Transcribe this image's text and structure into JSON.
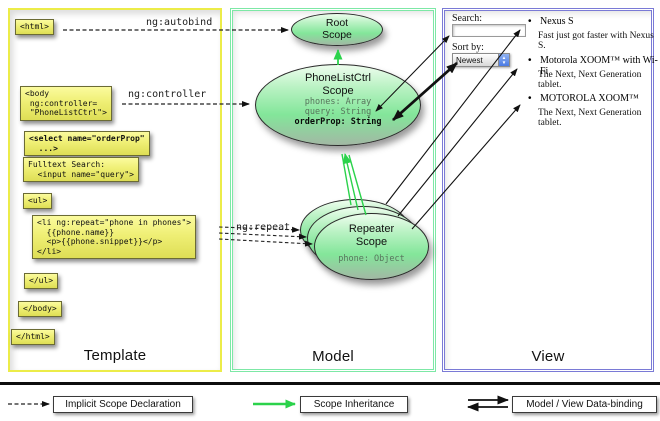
{
  "panels": {
    "template": {
      "title": "Template"
    },
    "model": {
      "title": "Model"
    },
    "view": {
      "title": "View"
    }
  },
  "template": {
    "labels": {
      "autobind": "ng:autobind",
      "controller": "ng:controller",
      "repeat": "ng:repeat"
    },
    "boxes": [
      {
        "text": "<html>"
      },
      {
        "text": "<body\n ng:controller=\n \"PhoneListCtrl\">"
      },
      {
        "text": "<select name=\"orderProp\"\n  ...>"
      },
      {
        "text": "Fulltext Search:\n  <input name=\"query\">"
      },
      {
        "text": "<ul>"
      },
      {
        "text": "<li ng:repeat=\"phone in phones\">\n  {{phone.name}}\n  <p>{{phone.snippet}}</p>\n</li>"
      },
      {
        "text": "</ul>"
      },
      {
        "text": "</body>"
      },
      {
        "text": "</html>"
      }
    ]
  },
  "model": {
    "root_scope": {
      "line1": "Root",
      "line2": "Scope"
    },
    "phonelistctrl": {
      "line1": "PhoneListCtrl",
      "line2": "Scope",
      "props": [
        "phones: Array",
        "query: String"
      ],
      "bold_prop": "orderProp: String"
    },
    "repeater": {
      "line1": "Repeater",
      "line2": "Scope",
      "prop": "phone: Object"
    }
  },
  "view": {
    "search_label": "Search:",
    "search_value": "",
    "sort_label": "Sort by:",
    "sort_value": "Newest",
    "items": [
      {
        "bullet": "•",
        "title": "Nexus S",
        "desc": "Fast just got faster with Nexus S."
      },
      {
        "bullet": "•",
        "title": "Motorola XOOM™ with Wi-Fi",
        "desc": "The Next, Next Generation tablet."
      },
      {
        "bullet": "•",
        "title": "MOTOROLA XOOM™",
        "desc": "The Next, Next Generation tablet."
      }
    ]
  },
  "legend": {
    "items": [
      {
        "label": "Implicit Scope Declaration"
      },
      {
        "label": "Scope Inheritance"
      },
      {
        "label": "Model / View Data-binding"
      }
    ]
  },
  "colors": {
    "template_border": "#ecec48",
    "model_border": "#7de8a6",
    "view_border": "#7a7ad6",
    "box_yellow": "#efef75",
    "scope_green": "#83e69a",
    "inheritance_green": "#2bd24b",
    "arrow_black": "#111111"
  }
}
